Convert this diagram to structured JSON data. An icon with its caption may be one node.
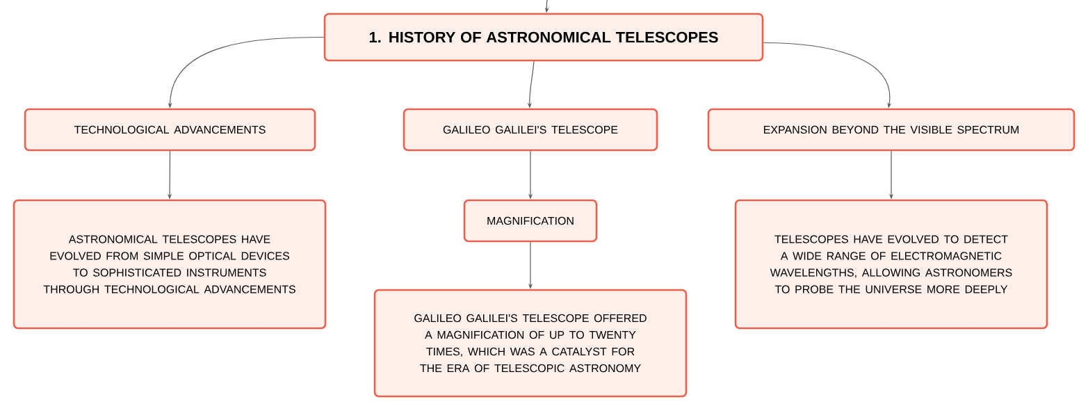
{
  "diagram": {
    "nodes": [
      {
        "text": [
          "1. HISTORY OF ASTRONOMICAL TELESCOPES"
        ]
      },
      {
        "text": [
          "TECHNOLOGICAL ADVANCEMENTS"
        ]
      },
      {
        "text": [
          "GALILEO GALILEI'S TELESCOPE"
        ]
      },
      {
        "text": [
          "EXPANSION BEYOND THE VISIBLE SPECTRUM"
        ]
      },
      {
        "text": [
          "ASTRONOMICAL TELESCOPES HAVE EVOLVED FROM SIMPLE OPTICAL DEVICES TO SOPHISTICATED INSTRUMENTS THROUGH TECHNOLOGICAL ADVANCEMENTS"
        ]
      },
      {
        "text": [
          "MAGNIFICATION"
        ]
      },
      {
        "text": [
          "TELESCOPES HAVE EVOLVED TO DETECT A WIDE RANGE OF ELECTROMAGNETIC WAVELENGTHS, ALLOWING ASTRONOMERS TO PROBE THE UNIVERSE MORE DEEPLY"
        ]
      },
      {
        "text": [
          "GALILEO GALILEI'S TELESCOPE OFFERED A MAGNIFICATION OF UP TO TWENTY TIMES, WHICH WAS A CATALYST FOR THE ERA OF TELESCOPIC ASTRONOMY"
        ]
      }
    ],
    "edges": [
      {
        "from": null,
        "to": 0,
        "arrow": "to"
      },
      {
        "from": 0,
        "to": 1,
        "arrow": "to"
      },
      {
        "from": 0,
        "to": 2,
        "arrow": "to"
      },
      {
        "from": 0,
        "to": 3,
        "arrow": "to"
      },
      {
        "from": 1,
        "to": 4,
        "arrow": "to"
      },
      {
        "from": 2,
        "to": 5,
        "arrow": "to"
      },
      {
        "from": 3,
        "to": 6,
        "arrow": "to"
      },
      {
        "from": 5,
        "to": 7,
        "arrow": "to"
      }
    ]
  }
}
